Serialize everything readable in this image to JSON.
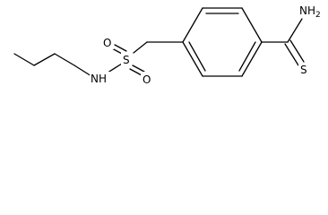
{
  "molecule": {
    "atom_labels": {
      "amide_nitrogen": "NH2",
      "thioamide_sulfur": "S",
      "sulfonyl_sulfur": "S",
      "sulfonyl_oxygen_top": "O",
      "sulfonyl_oxygen_bottom": "O",
      "sulfonamide_nitrogen": "NH"
    }
  }
}
